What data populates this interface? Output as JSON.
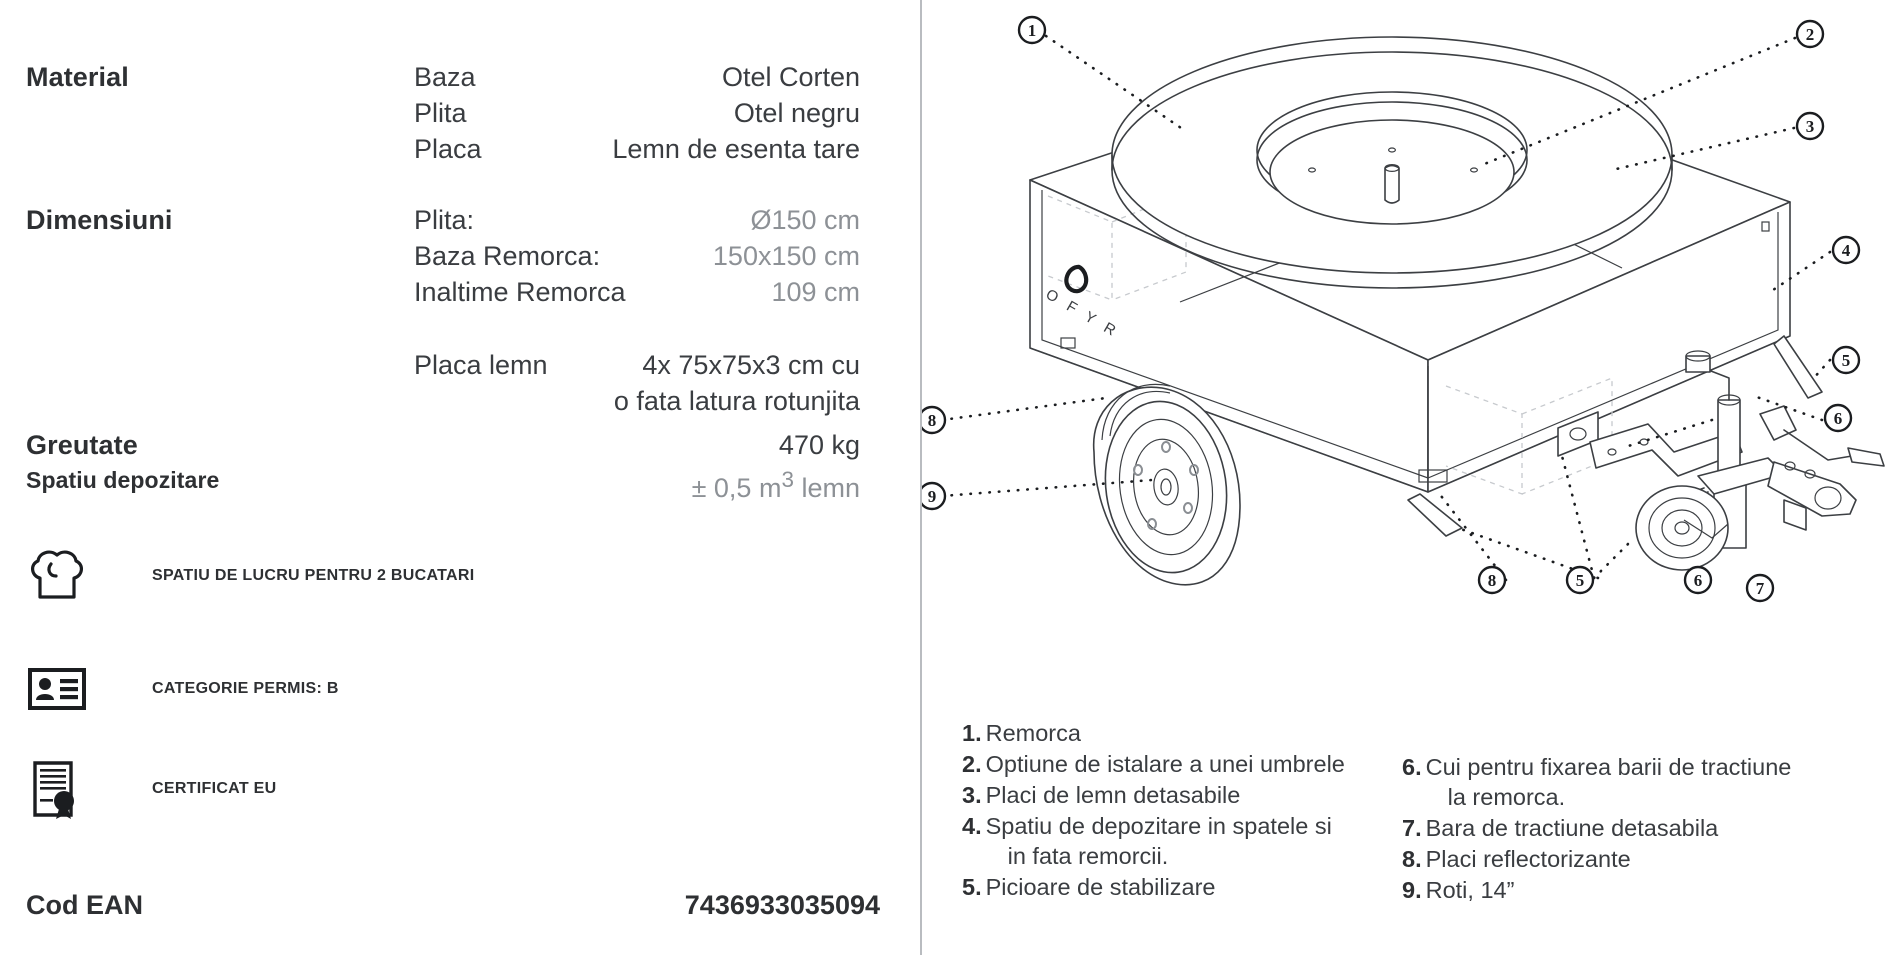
{
  "specs": [
    {
      "key": "Material",
      "sub": "Baza",
      "value": "Otel Corten",
      "dim": false
    },
    {
      "key": "",
      "sub": "Plita",
      "value": "Otel negru",
      "dim": false
    },
    {
      "key": "",
      "sub": "Placa",
      "value": "Lemn de esenta tare",
      "dim": false
    },
    {
      "key": "Dimensiuni",
      "sub": "Plita:",
      "value": "Ø150 cm",
      "dim": true
    },
    {
      "key": "",
      "sub": "Baza Remorca:",
      "value": "150x150 cm",
      "dim": true
    },
    {
      "key": "",
      "sub": "Inaltime Remorca",
      "value": "109 cm",
      "dim": true
    },
    {
      "key": "",
      "sub": "Placa lemn",
      "value": "4x 75x75x3 cm cu",
      "dim": false
    },
    {
      "key": "",
      "sub": "",
      "value": "o fata latura rotunjita",
      "dim": false
    },
    {
      "key": "Greutate",
      "sub": "",
      "value": "470 kg",
      "dim": false
    }
  ],
  "storage": {
    "key": "Spatiu depozitare",
    "value_prefix": "± 0,5 m",
    "value_sup": "3",
    "value_suffix": " lemn"
  },
  "badges": [
    {
      "icon": "chef-hat-icon",
      "label": "SPATIU DE LUCRU PENTRU 2 BUCATARI"
    },
    {
      "icon": "driving-licence-icon",
      "label": "CATEGORIE PERMIS: B"
    },
    {
      "icon": "certificate-icon",
      "label": "CERTIFICAT EU"
    }
  ],
  "ean": {
    "label": "Cod EAN",
    "value": "7436933035094"
  },
  "drawing": {
    "brand_logo": "OFYR",
    "brand_letters": [
      "O",
      "F",
      "Y",
      "R"
    ],
    "callouts": [
      "1",
      "2",
      "3",
      "4",
      "5",
      "6",
      "7",
      "8",
      "9"
    ]
  },
  "legend": {
    "column1": [
      {
        "num": "1.",
        "text": "Remorca",
        "cont": ""
      },
      {
        "num": "2.",
        "text": "Optiune de istalare a unei umbrele",
        "cont": ""
      },
      {
        "num": "3.",
        "text": "Placi de lemn detasabile",
        "cont": ""
      },
      {
        "num": "4.",
        "text": "Spatiu de depozitare in spatele si",
        "cont": "in fata remorcii."
      },
      {
        "num": "5.",
        "text": "Picioare de stabilizare",
        "cont": ""
      }
    ],
    "column2": [
      {
        "num": "6.",
        "text": "Cui pentru fixarea barii de tractiune",
        "cont": "la remorca."
      },
      {
        "num": "7.",
        "text": "Bara de tractiune detasabila",
        "cont": ""
      },
      {
        "num": "8.",
        "text": "Placi reflectorizante",
        "cont": ""
      },
      {
        "num": "9.",
        "text": "Roti, 14”",
        "cont": ""
      }
    ]
  },
  "colors": {
    "text": "#2e3033",
    "muted": "#8d9196",
    "divider": "#b9bcc0",
    "line": "#3c3f43",
    "background": "#ffffff"
  }
}
